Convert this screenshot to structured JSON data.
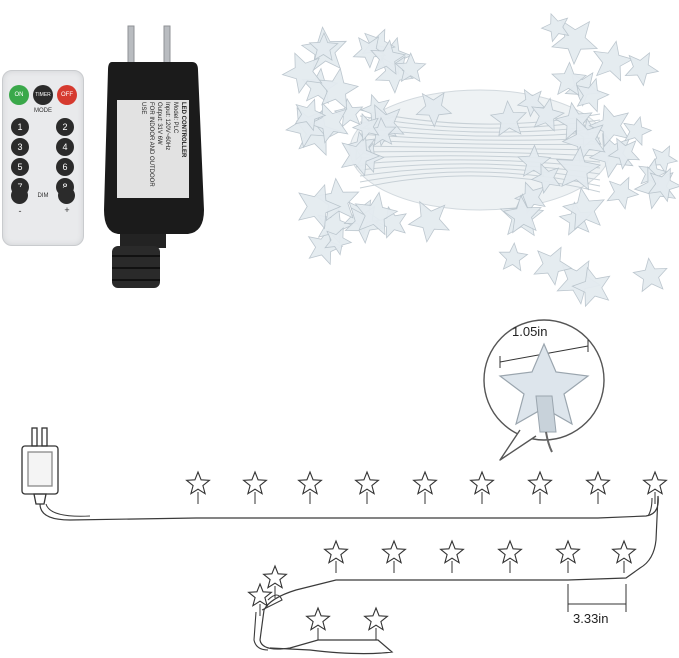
{
  "remote": {
    "on": "ON",
    "timer": "TIMER",
    "off": "OFF",
    "mode": "MODE",
    "dim": "DIM",
    "plus": "+",
    "minus": "-",
    "keys": [
      "1",
      "2",
      "3",
      "4",
      "5",
      "6",
      "7",
      "8"
    ]
  },
  "adapter": {
    "lines": [
      "LED CONTROLLER",
      "Model: PLC",
      "Input: 120V~60Hz",
      "Output: 31V 6W",
      "FOR INDOOR AND OUTDOOR USE"
    ]
  },
  "dimensions": {
    "star_width": "1.05in",
    "spacing": "3.33in"
  },
  "colors": {
    "remote_body": "#e9eaec",
    "on_button": "#3aa84a",
    "off_button": "#d63a2f",
    "key_dark": "#2b2b2b",
    "adapter": "#1a1a1a",
    "wire": "#3b3b3b",
    "star_fill": "#e8eef3"
  }
}
